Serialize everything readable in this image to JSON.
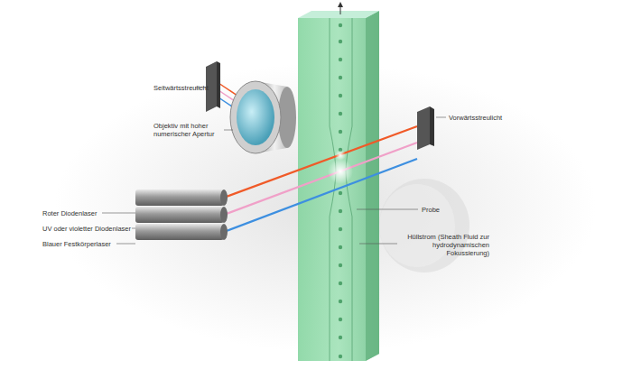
{
  "diagram": {
    "labels": [
      "Seitwärtsstreulicht",
      "Objektiv mit hoher numerischer Apertur",
      "Vorwärtsstreulicht",
      "Roter Diodenlaser",
      "UV oder violetter Diodenlaser",
      "Blauer Festkörperlaser",
      "Probe",
      "Hüllstrom (Sheath Fluid zur hydrodynamischen Fokussierung)"
    ]
  }
}
